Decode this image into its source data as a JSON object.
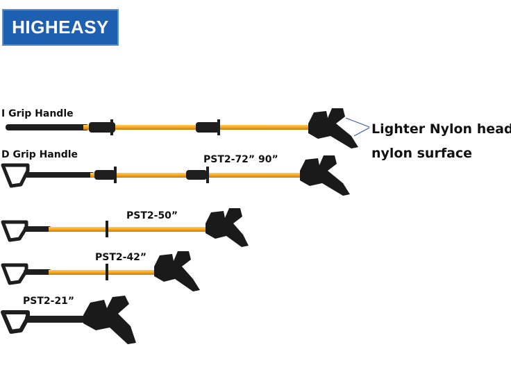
{
  "brand": {
    "logo_text": "HIGHEASY",
    "color": "#1d5fb0"
  },
  "labels": {
    "i_grip": "I Grip Handle",
    "d_grip": "D Grip Handle",
    "head_line1": "Lighter Nylon head,",
    "head_line2": "nylon surface"
  },
  "models": [
    {
      "name": "PST2-72”  90”"
    },
    {
      "name": "PST2-50”"
    },
    {
      "name": "PST2-42”"
    },
    {
      "name": "PST2-21”"
    }
  ],
  "colors": {
    "shaft": "#f5a623",
    "grip": "#1e1e1e",
    "text": "#111111"
  }
}
